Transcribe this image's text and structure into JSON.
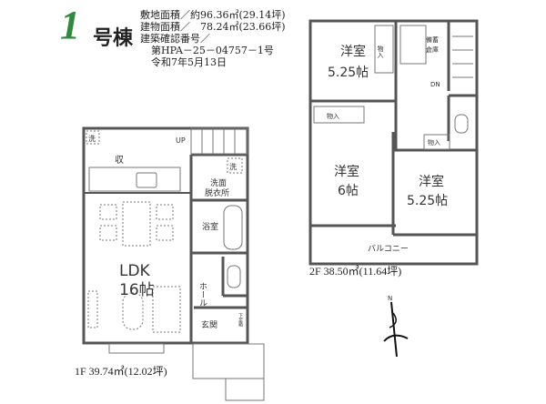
{
  "header": {
    "number": "1",
    "building_suffix": "号棟",
    "site_area": "敷地面積／約96.36㎡(29.14坪)",
    "floor_area": "建物面積／　78.24㎡(23.66坪)",
    "permit_label": "建築確認番号／",
    "permit_number": "第HPA－25－04757－1号",
    "permit_date": "令和7年5月13日"
  },
  "floor1": {
    "caption": "1F 39.74㎡(12.02坪)",
    "up": "UP",
    "storage": "収",
    "laundry": "洗",
    "washroom_1": "洗面",
    "washroom_2": "脱衣所",
    "bath": "浴室",
    "hall": "ホール",
    "entrance": "玄関",
    "shoe_box": "下足箱",
    "ldk": "LDK",
    "ldk_size": "16帖"
  },
  "floor2": {
    "caption": "2F 38.50㎡(11.64坪)",
    "room1": "洋室",
    "room1_size": "5.25帖",
    "room2": "洋室",
    "room2_size": "6帖",
    "room3": "洋室",
    "room3_size": "5.25帖",
    "closet": "物入",
    "storeroom_1": "備蓄",
    "storeroom_2": "倉庫",
    "down": "DN",
    "balcony": "バルコニー"
  },
  "compass": {
    "label": "N"
  },
  "colors": {
    "accent": "#2e8b3e",
    "wall": "#555555"
  }
}
